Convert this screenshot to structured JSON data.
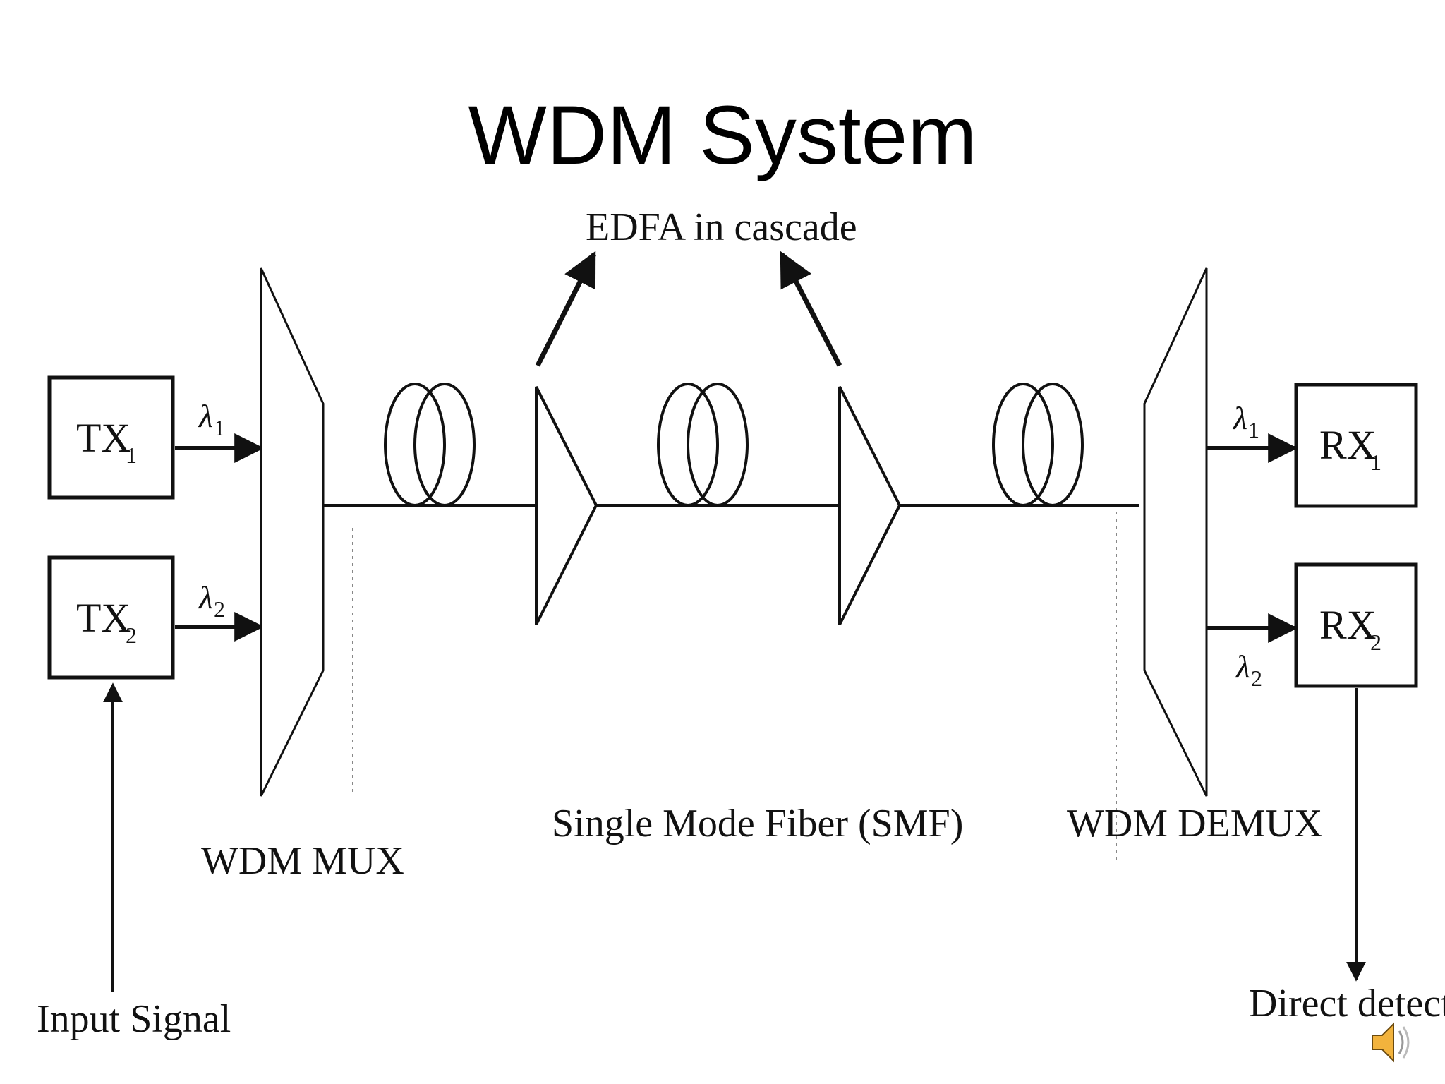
{
  "slide": {
    "title": "WDM System"
  },
  "diagram": {
    "transmitters": [
      {
        "name": "TX",
        "sub": "1",
        "wavelength": "λ",
        "wavelength_sub": "1"
      },
      {
        "name": "TX",
        "sub": "2",
        "wavelength": "λ",
        "wavelength_sub": "2"
      }
    ],
    "receivers": [
      {
        "name": "RX",
        "sub": "1",
        "wavelength": "λ",
        "wavelength_sub": "1"
      },
      {
        "name": "RX",
        "sub": "2",
        "wavelength": "λ",
        "wavelength_sub": "2"
      }
    ],
    "labels": {
      "mux": "WDM MUX",
      "demux": "WDM DEMUX",
      "fiber": "Single Mode Fiber (SMF)",
      "amplifiers": "EDFA in cascade",
      "input": "Input Signal",
      "output": "Direct detection"
    },
    "icons": {
      "audio": "speaker-icon"
    }
  }
}
